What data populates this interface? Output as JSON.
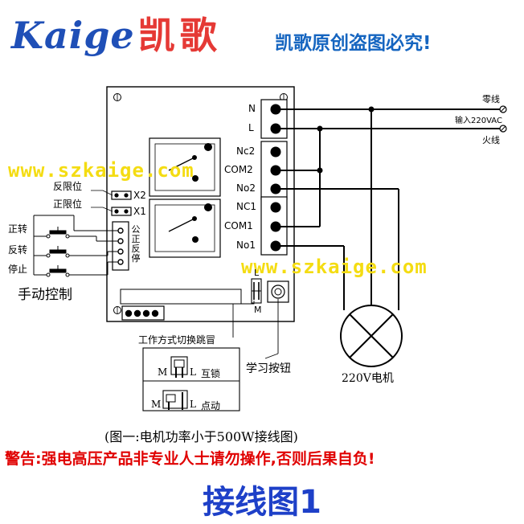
{
  "header": {
    "brand_latin": "Kaige",
    "brand_cn": "凯歌",
    "copyright_notice": "凯歌原创盗图必究!"
  },
  "watermarks": [
    "www.szkaige.com",
    "www.szkaige.com"
  ],
  "power": {
    "neutral": "零线",
    "input": "输入220VAC",
    "live": "火线"
  },
  "terminals": [
    "N",
    "L",
    "Nc2",
    "COM2",
    "No2",
    "NC1",
    "COM1",
    "No1"
  ],
  "limits": {
    "reverse_limit": "反限位",
    "forward_limit": "正限位",
    "x2": "X2",
    "x1": "X1"
  },
  "manual": {
    "forward": "正转",
    "reverse": "反转",
    "stop": "停止",
    "title": "手动控制",
    "side_labels": [
      "公",
      "正",
      "反",
      "停"
    ]
  },
  "jumper": {
    "title": "工作方式切换跳冒",
    "m": "M",
    "l": "L",
    "interlock": "互锁",
    "jog": "点动"
  },
  "learn_button": "学习按钮",
  "motor": "220V电机",
  "caption": "(图一:电机功率小于500W接线图)",
  "warning": "警告:强电高压产品非专业人士请勿操作,否则后果自负!",
  "title": "接线图1",
  "colors": {
    "brand_blue": "#1f4fb7",
    "title_blue": "#1e40c8",
    "warning_red": "#e00000",
    "watermark_yellow": "#f4dc12"
  }
}
